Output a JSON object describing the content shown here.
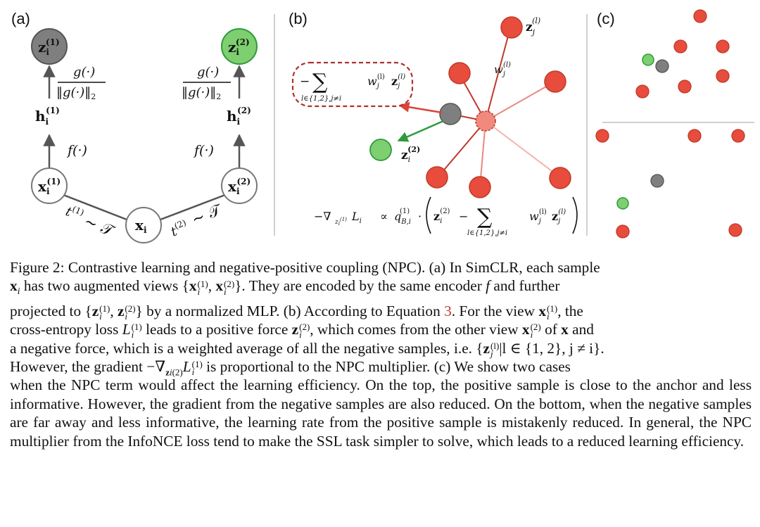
{
  "panels": {
    "a": {
      "label": "(a)",
      "z1": "z",
      "z2": "z",
      "h": "h",
      "x": "x",
      "i": "i",
      "sup1": "(1)",
      "sup2": "(2)",
      "g_num": "g(·)",
      "g_den": "‖g(·)‖",
      "two": "2",
      "f": "f(·)",
      "t1": "t",
      "t2": "t",
      "tilde_T": "~ 𝒯"
    },
    "b": {
      "label": "(b)",
      "neg_sum_minus": "−",
      "sum": "∑",
      "sum_index": "l∈{1,2},j≠i",
      "w": "w",
      "z": "z",
      "sup_l": "(l)",
      "sub_j": "j",
      "zj_label": "z",
      "wj_label": "w",
      "zi2": "z",
      "i": "i",
      "sup2": "(2)",
      "grad_lhs": "−∇",
      "grad_sub": "z",
      "grad_sub_sub": "i",
      "grad_sub_sup": "(1)",
      "L": "L",
      "propto": "∝",
      "q": "q",
      "q_sub": "B,i",
      "q_sup": "(1)",
      "dot": "·",
      "minus": "−"
    },
    "c": {
      "label": "(c)"
    }
  },
  "colors": {
    "red": "#e74c3c",
    "red_edge": "#c0392b",
    "green": "#7dcf6f",
    "green_edge": "#2e9a3a",
    "gray": "#7f7f7f",
    "dashed_box": "#b03030",
    "arrow_green": "#2e9a3a",
    "arrow_red": "#d9443a",
    "spoke_dark": "#c0392b",
    "spoke_light": "#f2b3ad"
  },
  "caption": {
    "figure_label": "Figure 2:",
    "s1": "Contrastive learning and negative-positive coupling (NPC). (a) In SimCLR, each sample",
    "s2a": "has two augmented views",
    "s2b": ". They are encoded by the same encoder",
    "s2c": "and further",
    "s3a": "projected to",
    "s3b": "by a normalized MLP. (b) According to Equation",
    "eq_num": "3",
    "s3c": ". For the view",
    "s3d": ", the",
    "s4a": "cross-entropy loss",
    "s4b": "leads to a positive force",
    "s4c": ", which comes from the other view",
    "s4d": "of",
    "s4e": "and",
    "s5a": "a negative force, which is a weighted average of all the negative samples, i.e.",
    "s6a": "However, the gradient",
    "s6b": "is proportional to the NPC multiplier. (c) We show two cases",
    "rest": "when the NPC term would affect the learning efficiency. On the top, the positive sample is close to the anchor and less informative. However, the gradient from the negative samples are also reduced. On the bottom, when the negative samples are far away and less informative, the learning rate from the positive sample is mistakenly reduced. In general, the NPC multiplier from the InfoNCE loss tend to make the SSL task simpler to solve, which leads to a reduced learning efficiency.",
    "sym_x": "x",
    "sym_z": "z",
    "sym_i": "i",
    "sym_j": "j",
    "sym_f": "f",
    "sym_L": "L",
    "sym_sup1": "(1)",
    "sym_sup2": "(2)",
    "sym_supl": "(l)",
    "sym_comma": ",",
    "sym_lbrace": "{",
    "sym_rbrace": "}",
    "sym_set_cond": "|l ∈ {1, 2}, j ≠ i}",
    "sym_grad": "−∇",
    "sym_period": "."
  }
}
